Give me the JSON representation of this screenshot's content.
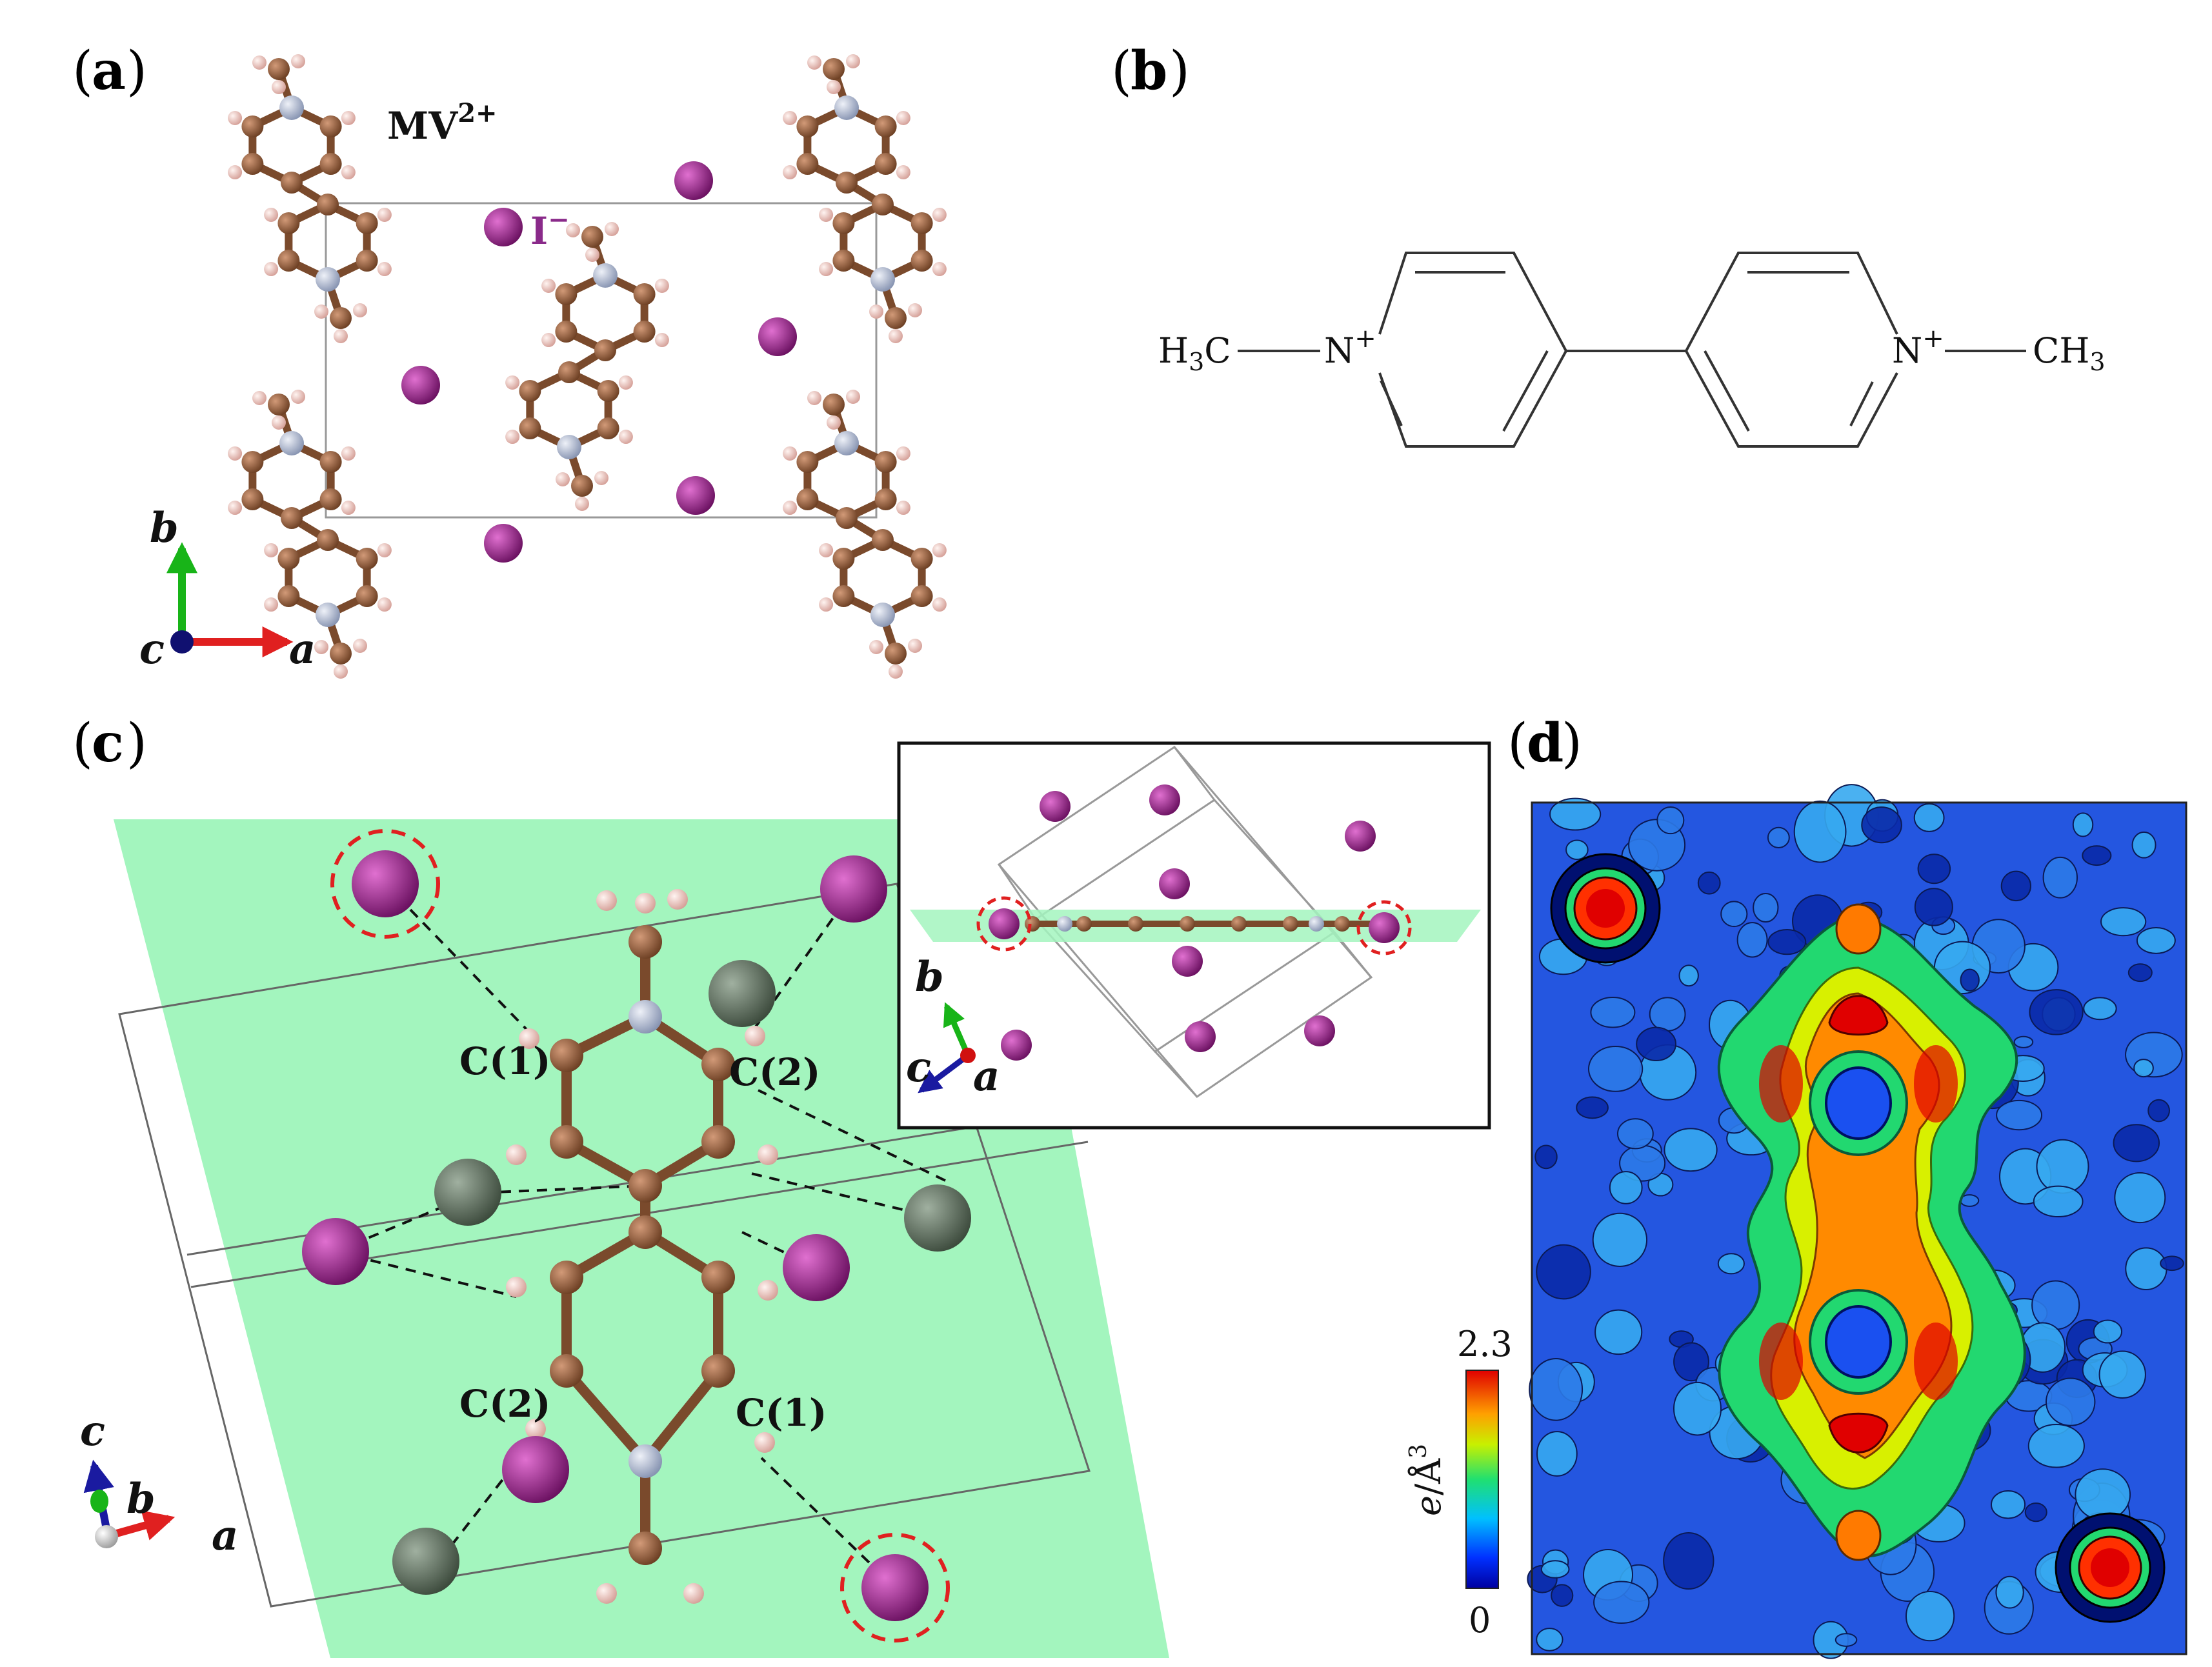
{
  "panels": {
    "a": {
      "label": "a",
      "cation_label": "MV",
      "cation_charge": "2+",
      "anion_label": "I",
      "anion_charge": "−",
      "axes": {
        "x": "a",
        "y": "b",
        "origin": "c"
      }
    },
    "b": {
      "label": "b",
      "left_group": "H",
      "left_sub": "3",
      "left_tail": "C",
      "nitrogen": "N",
      "plus": "+",
      "right_group": "CH",
      "right_sub": "3"
    },
    "c": {
      "label": "c",
      "atoms": [
        "C(1)",
        "C(2)",
        "C(2)",
        "C(1)"
      ],
      "axes": {
        "x": "a",
        "y": "c",
        "origin": "b"
      },
      "inset_axes": {
        "x": "a",
        "y": "b",
        "origin": "c"
      }
    },
    "d": {
      "label": "d",
      "scale_max": "2.3",
      "scale_min": "0",
      "scale_unit_e": "e",
      "scale_unit_rest": "/Å",
      "scale_unit_sup": "3"
    }
  },
  "colors": {
    "carbon": "#8b5a3c",
    "nitrogen": "#b4bfd6",
    "hydrogen": "#f2c8c0",
    "iodine": "#9a2a8a",
    "plane": "#a3f5be",
    "x_axis": "#e02020",
    "y_axis": "#18b418",
    "z_axis": "#1a1aa0",
    "highlight": "#e02020"
  }
}
